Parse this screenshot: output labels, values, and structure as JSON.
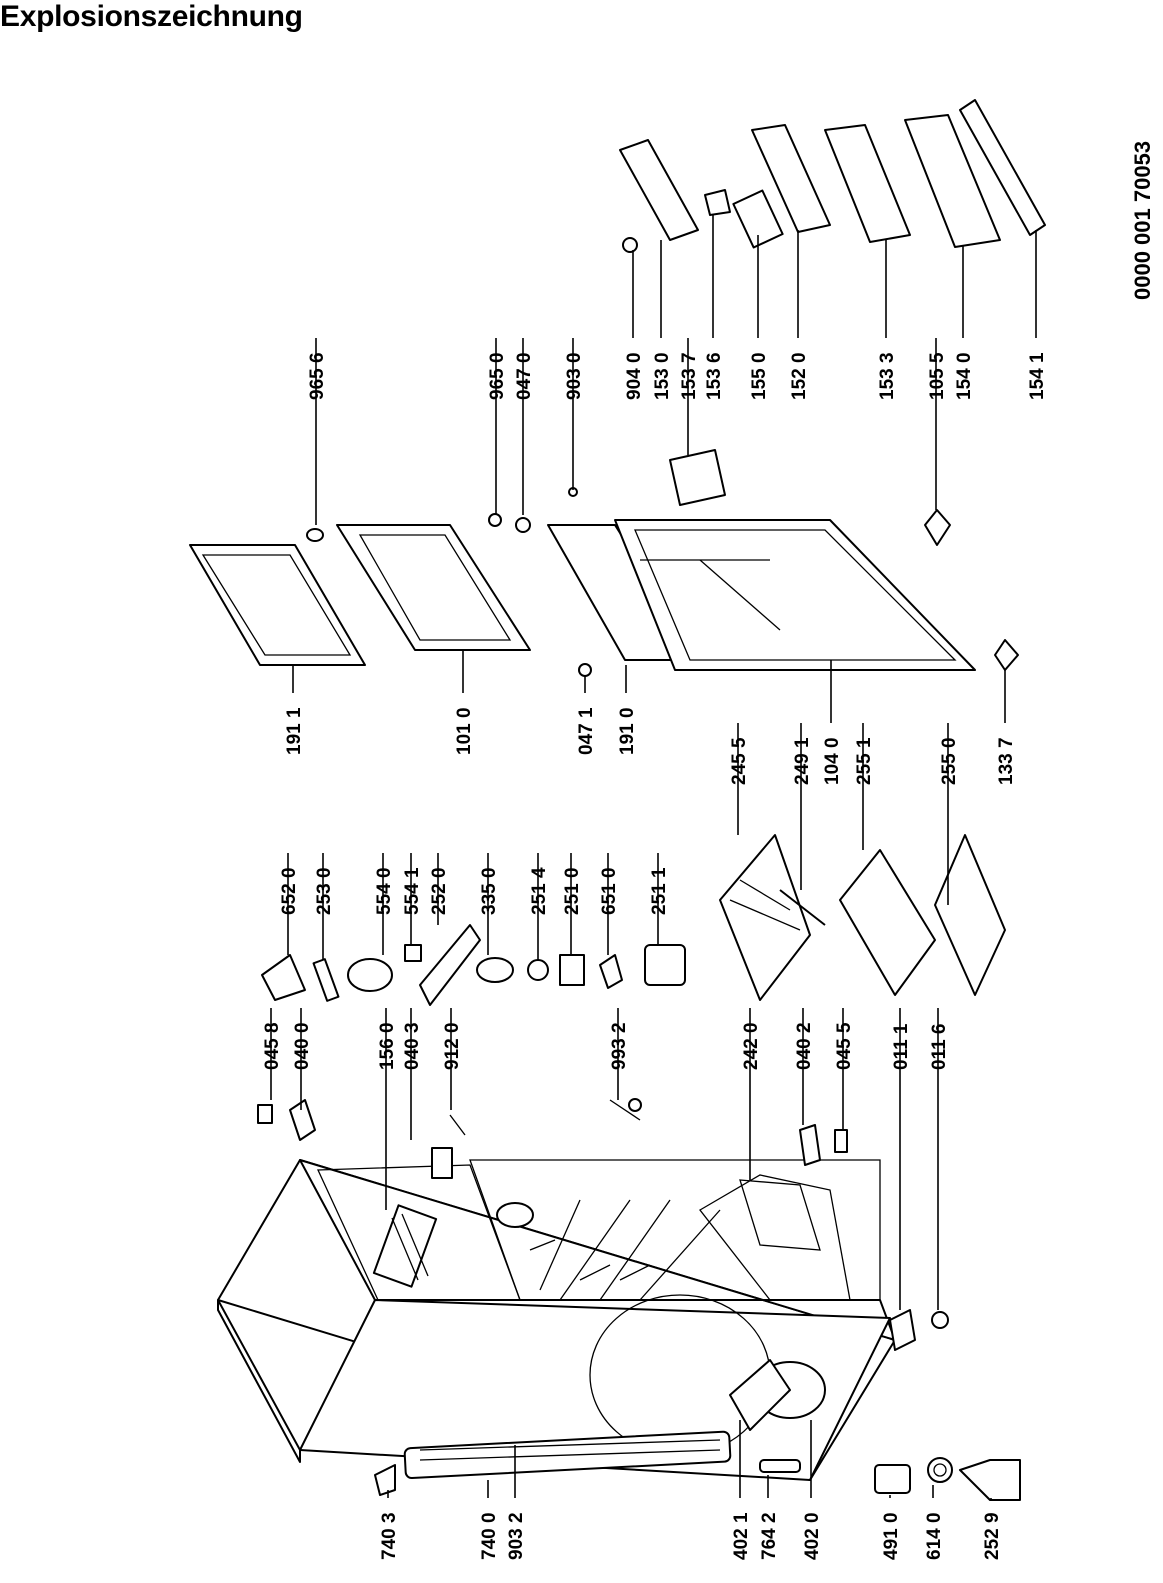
{
  "title": "Explosionszeichnung",
  "document_number": "0000 001 70053",
  "labels": [
    "740 3",
    "740 0",
    "903 2",
    "402 1",
    "764 2",
    "402 0",
    "491 0",
    "614 0",
    "252 9",
    "045 8",
    "040 0",
    "156 0",
    "040 3",
    "912 0",
    "993 2",
    "242 0",
    "040 2",
    "045 5",
    "011 1",
    "011 6",
    "652 0",
    "253 0",
    "554 0",
    "554 1",
    "252 0",
    "335 0",
    "251 4",
    "251 0",
    "651 0",
    "251 1",
    "245 5",
    "249 1",
    "104 0",
    "255 1",
    "255 0",
    "133 7",
    "191 1",
    "101 0",
    "047 1",
    "191 0",
    "965 6",
    "965 0",
    "047 0",
    "903 0",
    "904 0",
    "153 0",
    "153 7",
    "153 6",
    "155 0",
    "152 0",
    "153 3",
    "105 5",
    "154 0",
    "154 1"
  ]
}
